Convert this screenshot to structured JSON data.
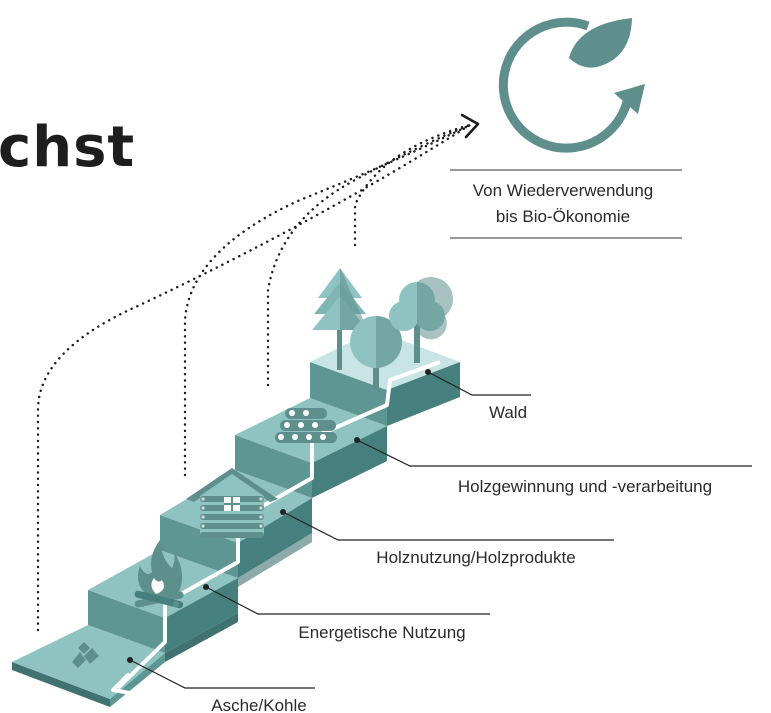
{
  "heading": "chst",
  "economy": {
    "line1": "Von Wiederverwendung",
    "line2": "bis Bio-Ökonomie"
  },
  "steps": [
    {
      "id": "asche",
      "label": "Asche/Kohle"
    },
    {
      "id": "energie",
      "label": "Energetische Nutzung"
    },
    {
      "id": "holznutzung",
      "label": "Holznutzung/Holzprodukte"
    },
    {
      "id": "holzgewinnung",
      "label": "Holzgewinnung und -verarbeitung"
    },
    {
      "id": "wald",
      "label": "Wald"
    }
  ],
  "colors": {
    "tread": "#8fc3c2",
    "riser": "#5e9694",
    "side": "#3f7271",
    "forestTop": "#c9e4e4",
    "path": "#ffffff",
    "icon": "#5f8f8d",
    "recycle": "#5f8f8d"
  },
  "icons": {
    "recycle": "recycle-leaf-icon",
    "ash": "ash-icon",
    "fire": "campfire-icon",
    "house": "log-cabin-icon",
    "logs": "log-pile-icon",
    "trees": "forest-icon"
  }
}
